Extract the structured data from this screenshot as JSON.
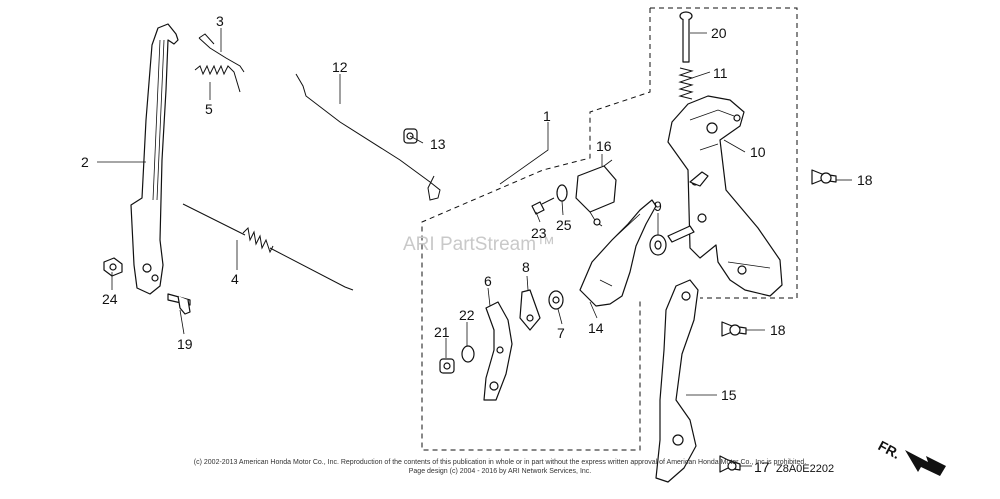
{
  "callouts": {
    "c1": "1",
    "c2": "2",
    "c3": "3",
    "c4": "4",
    "c5": "5",
    "c6": "6",
    "c7": "7",
    "c8": "8",
    "c9": "9",
    "c10": "10",
    "c11": "11",
    "c12": "12",
    "c13": "13",
    "c14": "14",
    "c15": "15",
    "c16": "16",
    "c17": "17",
    "c18a": "18",
    "c18b": "18",
    "c19": "19",
    "c20": "20",
    "c21": "21",
    "c22": "22",
    "c23": "23",
    "c24": "24",
    "c25": "25"
  },
  "watermark": "ARI PartStream™",
  "diagram_code": "Z8A0E2202",
  "direction_label": "FR.",
  "copyright_line1": "(c) 2002-2013 American Honda Motor Co., Inc. Reproduction of the contents of this publication in whole or in part without the express written approval of American Honda Motor Co., Inc is prohibited.",
  "copyright_line2": "Page design (c) 2004 - 2016 by ARI Network Services, Inc."
}
